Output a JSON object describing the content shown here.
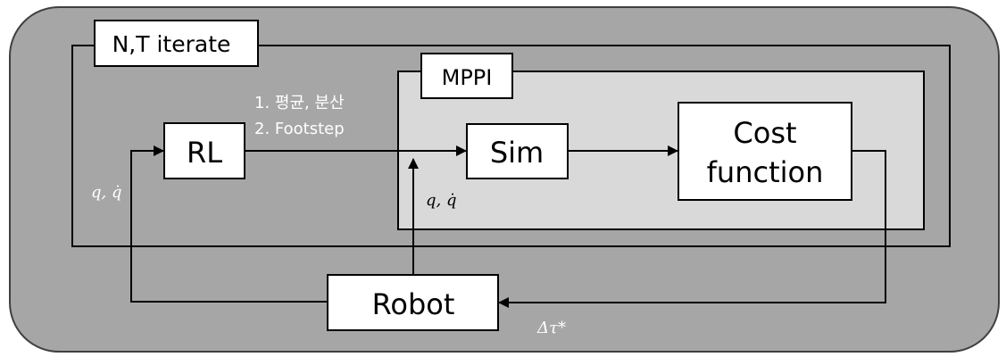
{
  "diagram": {
    "outer_container": {
      "fill": "#a6a6a6"
    },
    "loop_frame": {
      "label": "N,T iterate"
    },
    "mppi_frame": {
      "label": "MPPI",
      "fill": "#d9d9d9"
    },
    "nodes": {
      "rl": "RL",
      "sim": "Sim",
      "cost_line1": "Cost",
      "cost_line2": "function",
      "robot": "Robot"
    },
    "notes": {
      "rl_output_line1": "1. 평균, 분산",
      "rl_output_line2": "2. Footstep"
    },
    "edge_labels": {
      "robot_to_rl_state": "q, q̇",
      "robot_to_sim_state": "q, q̇",
      "cost_to_robot": "Δτ*"
    },
    "edges": [
      {
        "from": "rl",
        "to": "sim"
      },
      {
        "from": "sim",
        "to": "cost_function"
      },
      {
        "from": "cost_function",
        "to": "robot"
      },
      {
        "from": "robot",
        "to": "rl"
      },
      {
        "from": "robot",
        "to": "sim"
      }
    ]
  }
}
